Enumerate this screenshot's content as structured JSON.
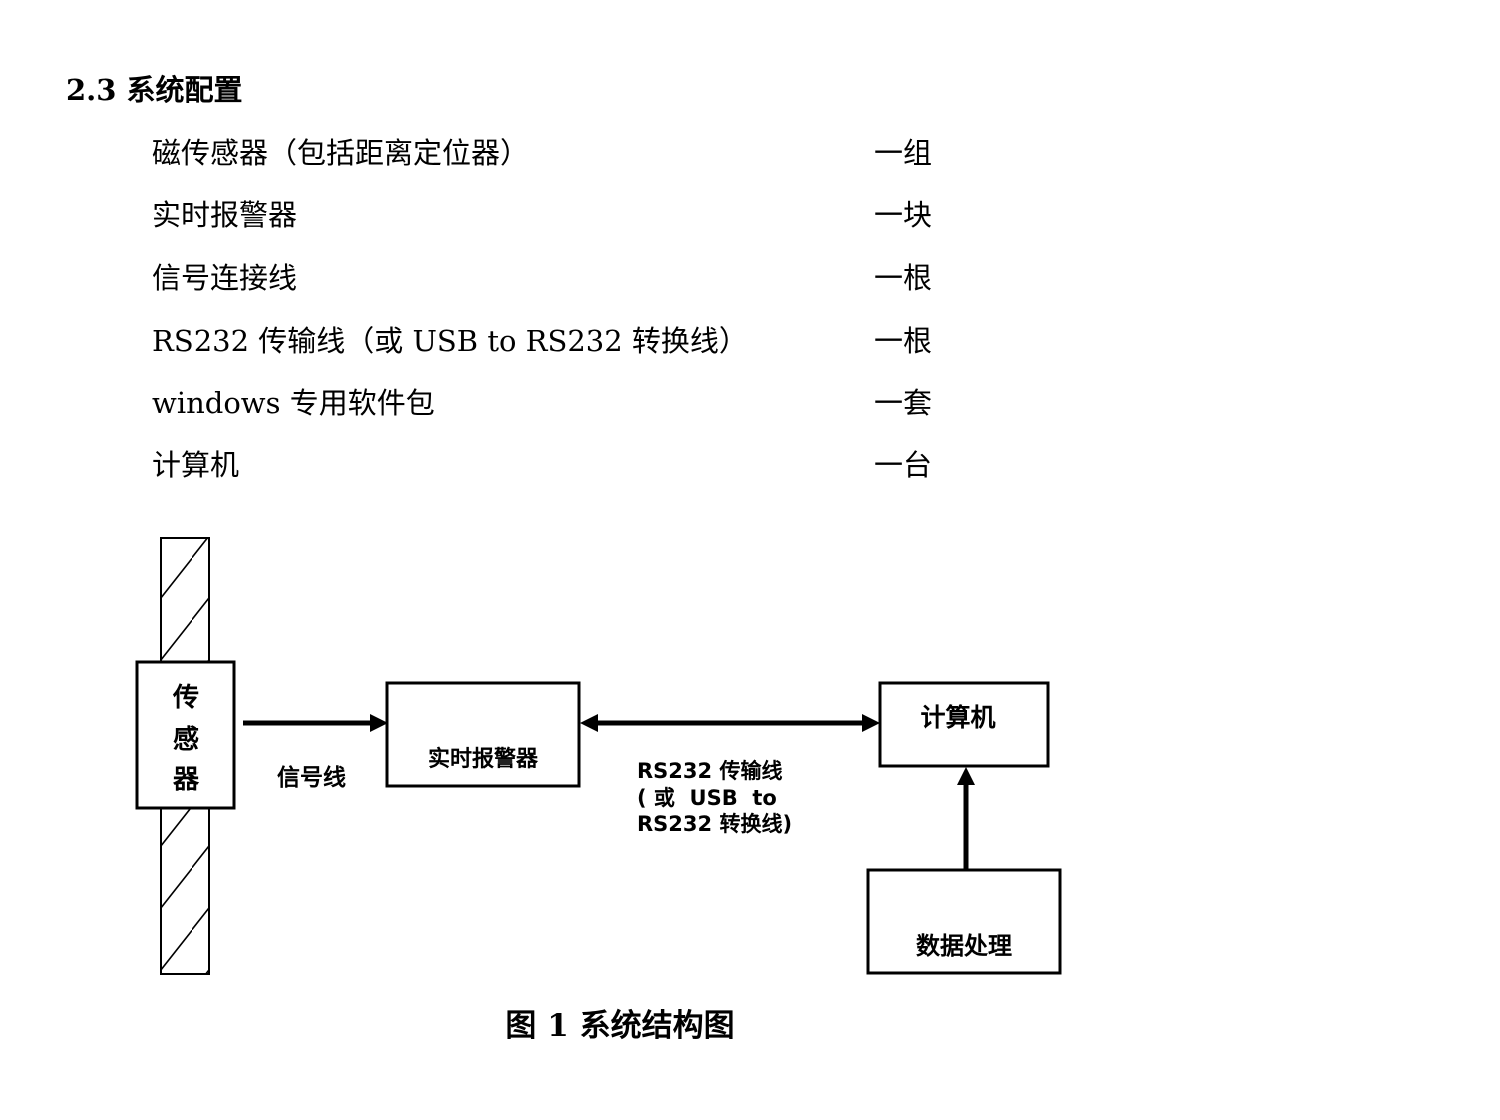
{
  "section": {
    "title": "2.3 系统配置"
  },
  "config_items": [
    {
      "name": "磁传感器（包括距离定位器）",
      "qty": "一组"
    },
    {
      "name": "实时报警器",
      "qty": "一块"
    },
    {
      "name": "信号连接线",
      "qty": "一根"
    },
    {
      "name": "RS232 传输线（或 USB to RS232 转换线）",
      "qty": "一根"
    },
    {
      "name": "windows 专用软件包",
      "qty": "一套"
    },
    {
      "name": "计算机",
      "qty": "一台"
    }
  ],
  "diagram": {
    "sensor_chars": [
      "传",
      "感",
      "器"
    ],
    "signal_line_label": "信号线",
    "alarm_label": "实时报警器",
    "rs232_label_lines": [
      "RS232 传输线",
      "( 或  USB  to",
      "RS232 转换线)"
    ],
    "computer_label": "计算机",
    "data_processing_label": "数据处理"
  },
  "figure": {
    "caption": "图 1  系统结构图"
  }
}
